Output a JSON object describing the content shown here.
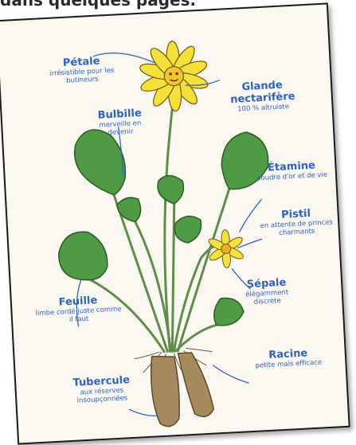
{
  "caption": "dans quelques pages.",
  "colors": {
    "label": "#2d62c6",
    "leaf": "#4e9a45",
    "stem": "#5f8d4a",
    "petal": "#f5e13a",
    "tuber": "#a48a5c"
  },
  "labels": [
    {
      "title": "Pétale",
      "sub": "irrésistible pour les butineurs"
    },
    {
      "title": "Glande nectarifère",
      "sub": "100 % altruiste"
    },
    {
      "title": "Bulbille",
      "sub": "merveille en devenir"
    },
    {
      "title": "Étamine",
      "sub": "poudre d'or et de vie"
    },
    {
      "title": "Pistil",
      "sub": "en attente de princes charmants"
    },
    {
      "title": "Sépale",
      "sub": "élégamment discrète"
    },
    {
      "title": "Feuille",
      "sub": "limbe cordé juste comme il faut"
    },
    {
      "title": "Racine",
      "sub": "petite mais efficace"
    },
    {
      "title": "Tubercule",
      "sub": "aux réserves insoupçonnées"
    }
  ]
}
